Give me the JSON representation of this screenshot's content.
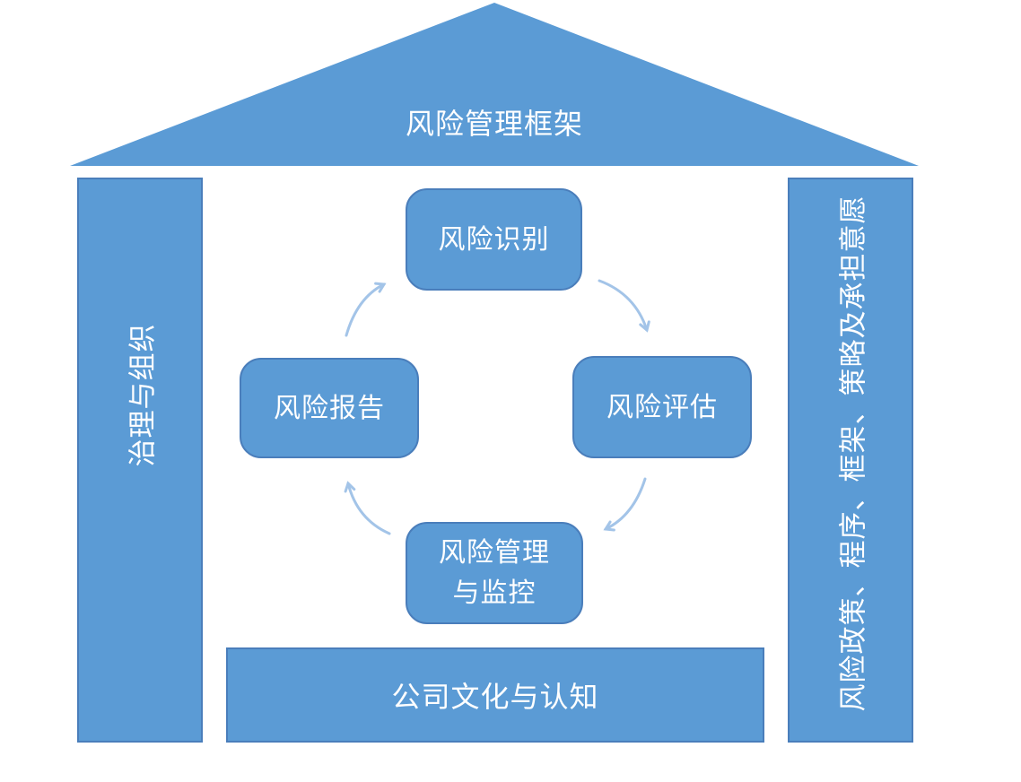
{
  "diagram": {
    "roof": {
      "label": "风险管理框架"
    },
    "left_pillar": {
      "label": "治理与组织"
    },
    "right_pillar": {
      "label": "风险政策、程序、框架、策略及承担意愿"
    },
    "cycle": {
      "top": {
        "label": "风险识别"
      },
      "right": {
        "label": "风险评估"
      },
      "bottom": {
        "label": "风险管理\n与监控"
      },
      "left": {
        "label": "风险报告"
      }
    },
    "base": {
      "label": "公司文化与认知"
    }
  },
  "colors": {
    "fill": "#5b9bd5",
    "border": "#4a7ebb",
    "arrow": "#a3c4e8",
    "text": "#ffffff"
  }
}
